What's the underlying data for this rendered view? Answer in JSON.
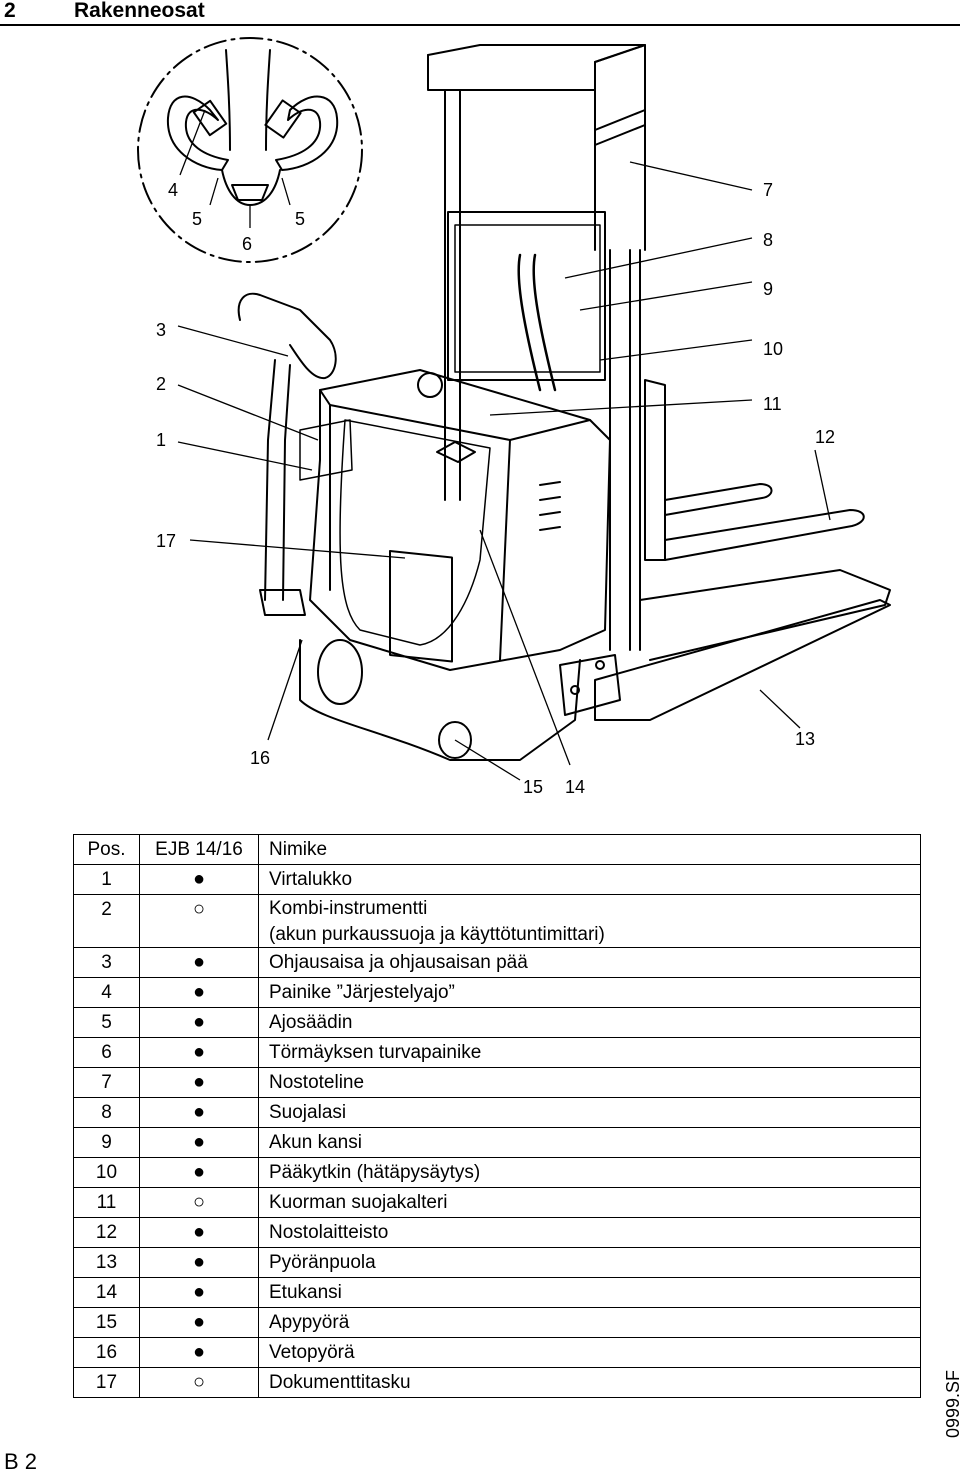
{
  "header": {
    "number": "2",
    "title": "Rakenneosat"
  },
  "callouts": [
    "1",
    "2",
    "3",
    "4",
    "5",
    "5",
    "6",
    "7",
    "8",
    "9",
    "10",
    "11",
    "12",
    "13",
    "14",
    "15",
    "16",
    "17"
  ],
  "table": {
    "columns": [
      "Pos.",
      "EJB 14/16",
      "Nimike"
    ],
    "rows": [
      {
        "pos": "1",
        "symbol": "●",
        "name": "Virtalukko"
      },
      {
        "pos": "2",
        "symbol": "○",
        "name": "Kombi-instrumentti",
        "name2": "(akun purkaussuoja ja käyttötuntimittari)"
      },
      {
        "pos": "3",
        "symbol": "●",
        "name": "Ohjausaisa ja ohjausaisan pää"
      },
      {
        "pos": "4",
        "symbol": "●",
        "name": "Painike ”Järjestelyajo”"
      },
      {
        "pos": "5",
        "symbol": "●",
        "name": "Ajosäädin"
      },
      {
        "pos": "6",
        "symbol": "●",
        "name": "Törmäyksen turvapainike"
      },
      {
        "pos": "7",
        "symbol": "●",
        "name": "Nostoteline"
      },
      {
        "pos": "8",
        "symbol": "●",
        "name": "Suojalasi"
      },
      {
        "pos": "9",
        "symbol": "●",
        "name": "Akun kansi"
      },
      {
        "pos": "10",
        "symbol": "●",
        "name": "Pääkytkin (hätäpysäytys)"
      },
      {
        "pos": "11",
        "symbol": "○",
        "name": "Kuorman suojakalteri"
      },
      {
        "pos": "12",
        "symbol": "●",
        "name": "Nostolaitteisto"
      },
      {
        "pos": "13",
        "symbol": "●",
        "name": "Pyöränpuola"
      },
      {
        "pos": "14",
        "symbol": "●",
        "name": "Etukansi"
      },
      {
        "pos": "15",
        "symbol": "●",
        "name": "Apypyörä"
      },
      {
        "pos": "16",
        "symbol": "●",
        "name": "Vetopyörä"
      },
      {
        "pos": "17",
        "symbol": "○",
        "name": "Dokumenttitasku"
      }
    ]
  },
  "side_code": "0999.SF",
  "page_label": "B 2"
}
